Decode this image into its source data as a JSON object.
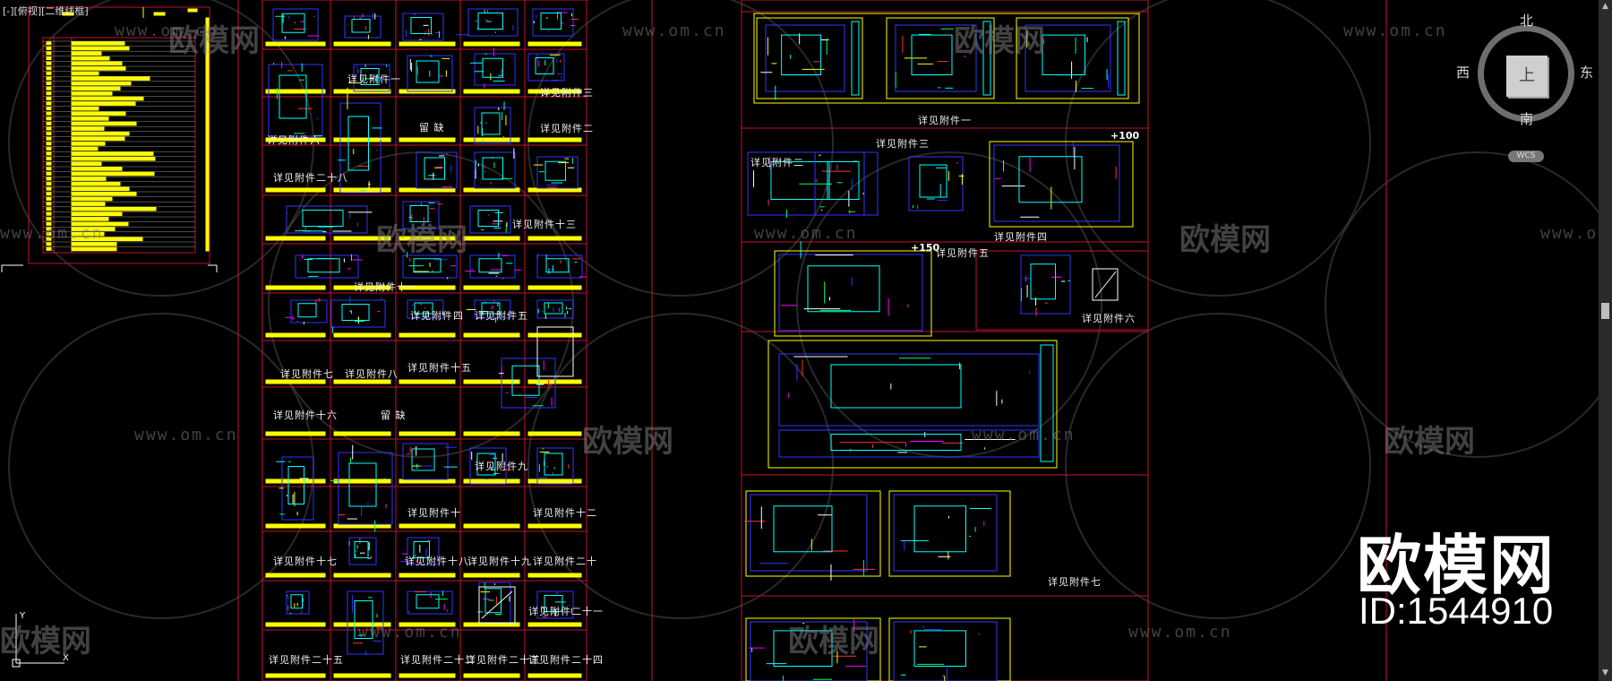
{
  "viewport": {
    "label": "[-][俯视][二维线框]"
  },
  "viewcube": {
    "north": "北",
    "south": "南",
    "west": "西",
    "east": "东",
    "top": "上",
    "wcs": "WCS"
  },
  "watermark": {
    "url": "www.om.cn",
    "logo": "欧模网"
  },
  "brand": {
    "logo": "欧模网",
    "id": "ID:1544910"
  },
  "elevations": {
    "e100": "+100",
    "e150": "+150"
  },
  "sheet_labels": {
    "a1": "详见附件一",
    "a3": "详见附件三",
    "a2": "详见附件二",
    "a6": "详见附件六",
    "blank1": "留  缺",
    "a28": "详见附件二十八",
    "a13": "详见附件十三",
    "a11": "详见附件十一",
    "a4": "详见附件四",
    "a5": "详见附件五",
    "a7": "详见附件七",
    "a8": "详见附件八",
    "a15": "详见附件十五",
    "a16": "详见附件十六",
    "blank2": "留  缺",
    "a9": "详见附件九",
    "a10": "详见附件十",
    "a12": "详见附件十二",
    "a17": "详见附件十七",
    "a18": "详见附件十八",
    "a19": "详见附件十九",
    "a20": "详见附件二十",
    "a21": "详见附件二十一",
    "a25": "详见附件二十五",
    "a22": "详见附件二十二",
    "a23": "详见附件二十三",
    "a24": "详见附件二十四",
    "r1": "详见附件一",
    "r2": "详见附件二",
    "r3": "详见附件三",
    "r4": "详见附件四",
    "r5": "详见附件五",
    "r6": "详见附件六",
    "r7": "详见附件七"
  },
  "colors": {
    "frame": "#c8102e",
    "accent": "#ffff00",
    "detail_cyan": "#00ffff",
    "detail_magenta": "#ff00ff",
    "detail_blue": "#3333ff",
    "detail_green": "#00ff66"
  }
}
